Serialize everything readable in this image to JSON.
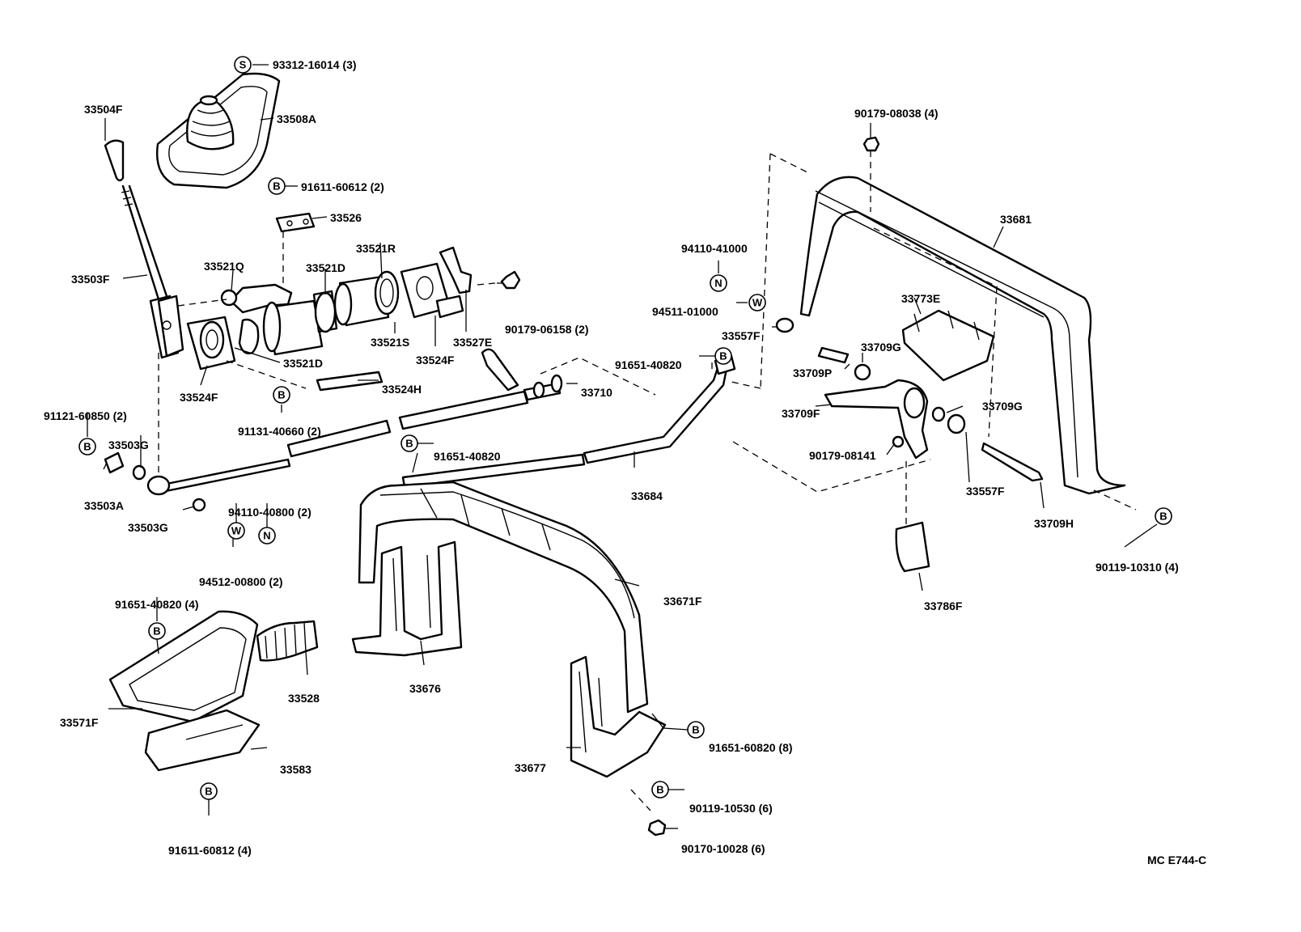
{
  "diagram_code": "MC E744-C",
  "symbols": {
    "S": "S",
    "B": "B",
    "N": "N",
    "W": "W"
  },
  "labels": {
    "p93312": "93312-16014 (3)",
    "p33508A": "33508A",
    "p33504F": "33504F",
    "p91611_60612": "91611-60612 (2)",
    "p33526": "33526",
    "p33521R": "33521R",
    "p33521Q": "33521Q",
    "p33521D_top": "33521D",
    "p33503F": "33503F",
    "p90179_06158": "90179-06158 (2)",
    "p33521S": "33521S",
    "p33527E": "33527E",
    "p33524F_right": "33524F",
    "p33521D_bottom": "33521D",
    "p33524F_left": "33524F",
    "p33524H": "33524H",
    "p33710": "33710",
    "p91131_40660": "91131-40660 (2)",
    "p91121_60850": "91121-60850 (2)",
    "p33503G_top": "33503G",
    "p33503A": "33503A",
    "p91651_40820_mid": "91651-40820",
    "p33503G_bottom": "33503G",
    "p94110_40800": "94110-40800 (2)",
    "p94512_00800": "94512-00800 (2)",
    "p91651_40820_four": "91651-40820 (4)",
    "p33528": "33528",
    "p33571F": "33571F",
    "p33583": "33583",
    "p91611_60812": "91611-60812 (4)",
    "p33676": "33676",
    "p33671F": "33671F",
    "p33677": "33677",
    "p91651_60820": "91651-60820 (8)",
    "p90119_10530": "90119-10530 (6)",
    "p90170_10028": "90170-10028 (6)",
    "p33684": "33684",
    "p91651_40820_right": "91651-40820",
    "p94110_41000": "94110-41000",
    "p94511_01000": "94511-01000",
    "p33557F_left": "33557F",
    "p90179_08038": "90179-08038 (4)",
    "p33681": "33681",
    "p33773E": "33773E",
    "p33709G_top": "33709G",
    "p33709P": "33709P",
    "p33709F": "33709F",
    "p33709G_right": "33709G",
    "p90179_08141": "90179-08141",
    "p33557F_right": "33557F",
    "p33709H": "33709H",
    "p90119_10310": "90119-10310 (4)",
    "p33786F": "33786F"
  }
}
